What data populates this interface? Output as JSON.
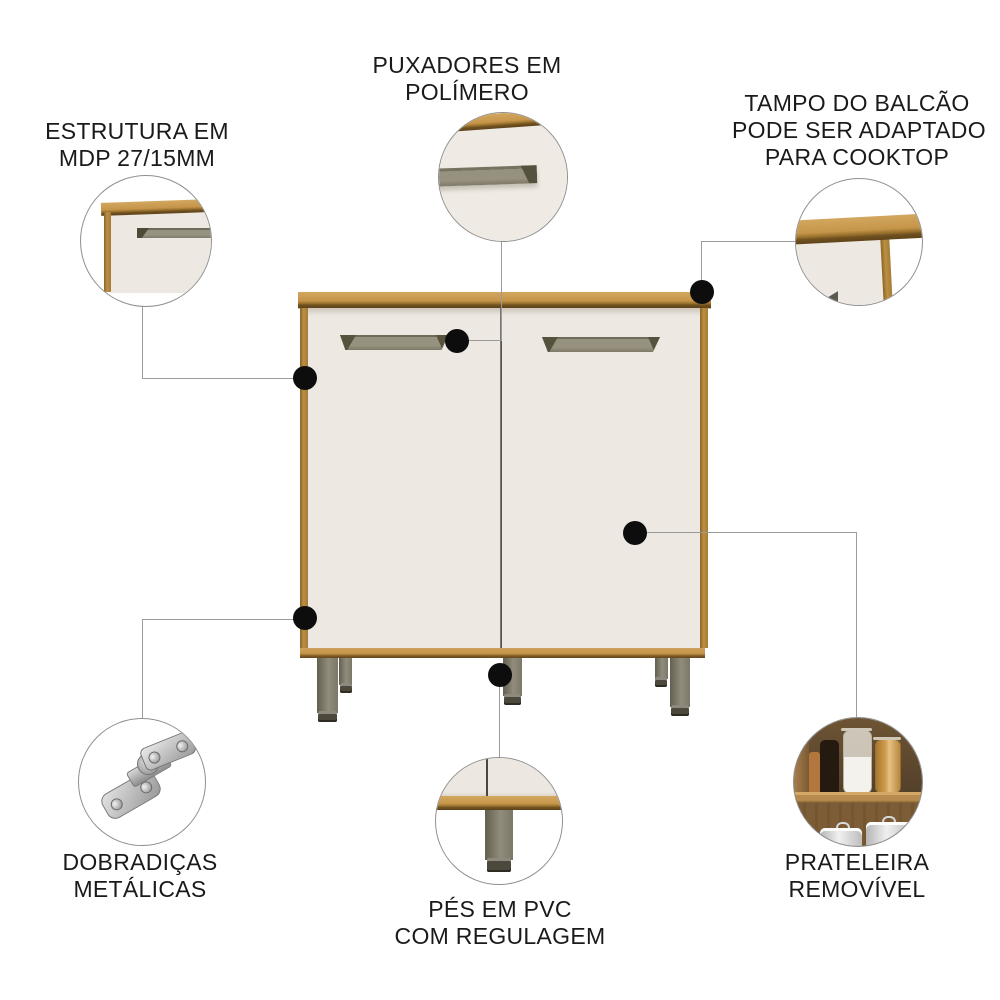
{
  "callouts": {
    "estrutura": {
      "lines": [
        "ESTRUTURA EM",
        "MDP 27/15MM"
      ]
    },
    "puxadores": {
      "lines": [
        "PUXADORES EM",
        "POLÍMERO"
      ]
    },
    "tampo": {
      "lines": [
        "TAMPO DO BALCÃO",
        "PODE SER ADAPTADO",
        "PARA COOKTOP"
      ]
    },
    "dobradicas": {
      "lines": [
        "DOBRADIÇAS",
        "METÁLICAS"
      ]
    },
    "pes": {
      "lines": [
        "PÉS EM PVC",
        "COM REGULAGEM"
      ]
    },
    "prateleira": {
      "lines": [
        "PRATELEIRA",
        "REMOVÍVEL"
      ]
    }
  },
  "colors": {
    "background": "#ffffff",
    "wood": "#c0914a",
    "wood_dark_edge": "#6f5120",
    "door": "#ede8e1",
    "handle": "#8e8977",
    "handle_shadow": "#55513f",
    "leg": "#85806f",
    "foot": "#4c483c",
    "text": "#1a1a1a",
    "connector_line": "#9b9b9b",
    "marker_dot": "#0d0d0d"
  }
}
